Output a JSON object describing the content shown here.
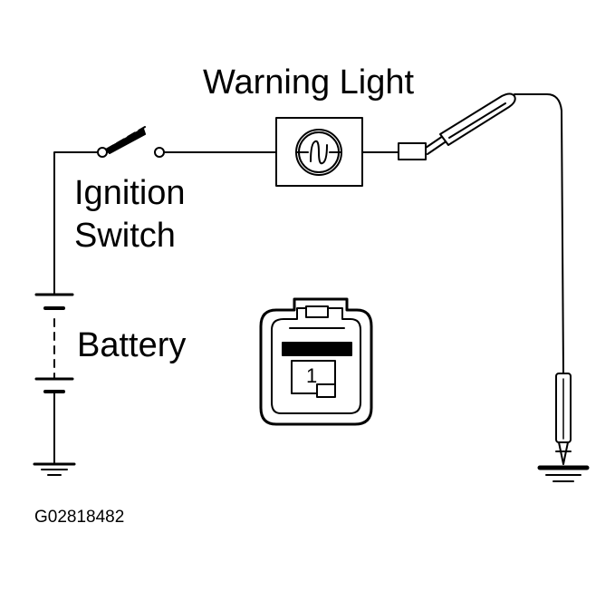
{
  "labels": {
    "warning_light": "Warning Light",
    "ignition_line1": "Ignition",
    "ignition_line2": "Switch",
    "battery": "Battery",
    "connector_pin": "1",
    "figure_code": "G02818482"
  },
  "colors": {
    "ink": "#000000",
    "background": "#ffffff"
  },
  "icons": [
    "ignition-switch-icon",
    "warning-bulb-icon",
    "battery-icon",
    "ground-icon",
    "connector-icon",
    "test-probe-icon"
  ]
}
